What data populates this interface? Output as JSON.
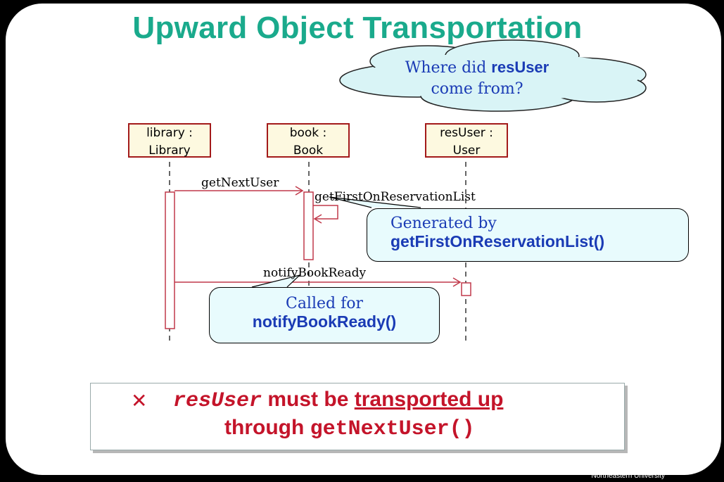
{
  "title": "Upward Object Transportation",
  "objects": [
    {
      "line1": "library :",
      "line2": "Library"
    },
    {
      "line1": "book :",
      "line2": "Book"
    },
    {
      "line1": "resUser :",
      "line2": "User"
    }
  ],
  "messages": {
    "get_next_user": "getNextUser",
    "get_first": "getFirstOnReservationList",
    "notify": "notifyBookReady"
  },
  "cloud": {
    "text_pre": "Where did ",
    "text_bold": "resUser",
    "text_line2": "come from?"
  },
  "callout_generated": {
    "line1": "Generated by",
    "line2": "getFirstOnReservationList()"
  },
  "callout_called": {
    "line1": "Called for",
    "line2": "notifyBookReady()"
  },
  "note": {
    "bullet": "✕",
    "code1": "resUser",
    "text1": " must be ",
    "underlined": "transported up",
    "text2": "through ",
    "code2": "getNextUser()"
  },
  "footer": "Northeastern University",
  "colors": {
    "title": "#1aaa8c",
    "lifeline_red": "#c0394a",
    "callout_text": "#1a3bb5",
    "note_text": "#c4142a",
    "cloud_fill": "#d9f4f6"
  }
}
